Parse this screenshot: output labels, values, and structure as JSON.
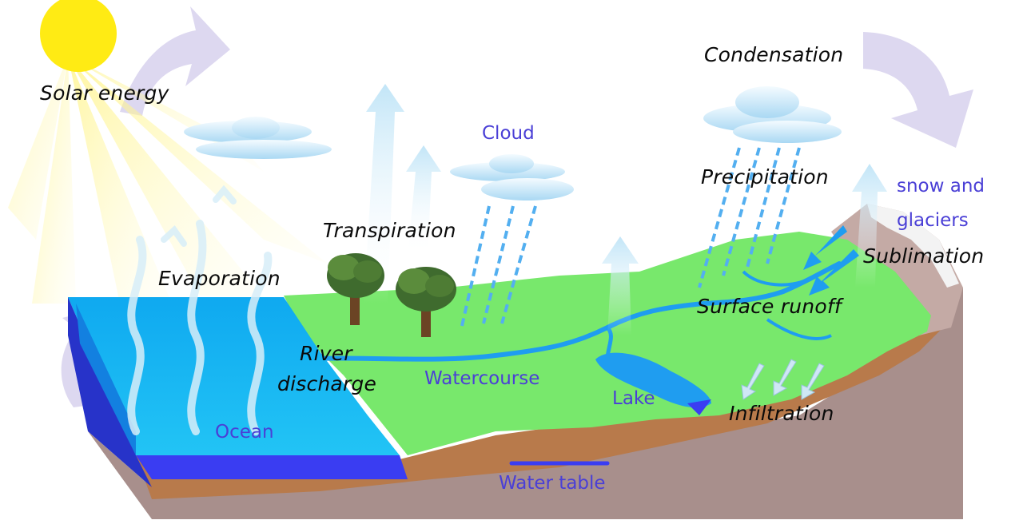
{
  "labels": {
    "solar_energy": "Solar energy",
    "evaporation": "Evaporation",
    "transpiration": "Transpiration",
    "cloud": "Cloud",
    "condensation": "Condensation",
    "precipitation": "Precipitation",
    "snow_and_glaciers_line1": "snow and",
    "snow_and_glaciers_line2": "glaciers",
    "sublimation": "Sublimation",
    "surface_runoff": "Surface runoff",
    "river_discharge_line1": "River",
    "river_discharge_line2": "discharge",
    "watercourse": "Watercourse",
    "lake": "Lake",
    "infiltration": "Infiltration",
    "ocean": "Ocean",
    "water_table": "Water table"
  },
  "colors": {
    "sun": "#ffeb14",
    "ocean": "#13b9f2",
    "ocean_deep": "#3a3df2",
    "land": "#78e86c",
    "soil": "#b87a4b",
    "rock": "#a88f8c",
    "river": "#1f9df0",
    "cycle_arrow": "#d9d4ee",
    "text_label": "#0a0a0a",
    "text_water": "#4a3fd6"
  }
}
